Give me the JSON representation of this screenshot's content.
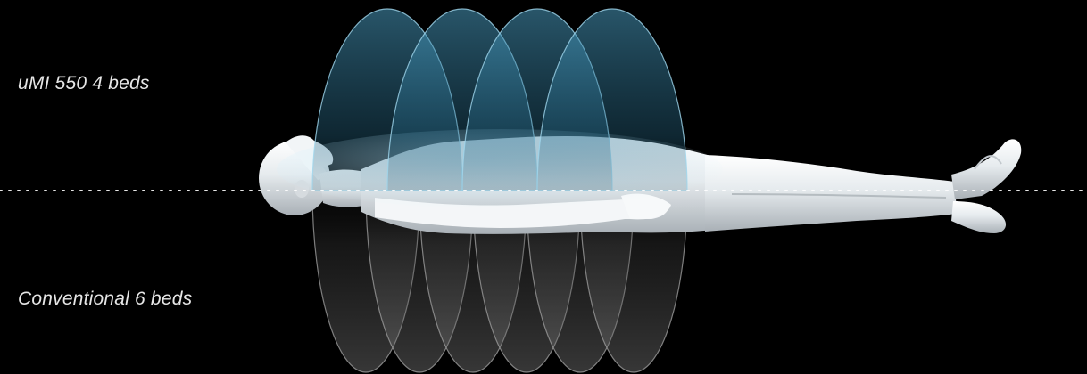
{
  "labels": {
    "top": "uMI 550 4 beds",
    "bottom": "Conventional 6 beds"
  },
  "scan_groups": {
    "top": {
      "bed_count": 4,
      "fill_color": "#3a86a6",
      "stroke_color": "#9fd6ec"
    },
    "bottom": {
      "bed_count": 6,
      "fill_color": "#5a5a5a",
      "stroke_color": "#9a9a9a"
    }
  },
  "body_color": "#e8edf0",
  "divider_color": "#ffffff"
}
